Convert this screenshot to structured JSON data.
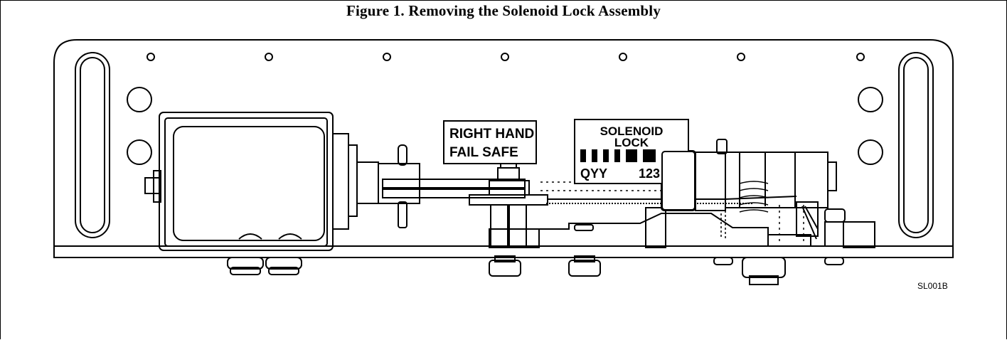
{
  "figure": {
    "title": "Figure 1.  Removing the Solenoid Lock Assembly",
    "code": "SL001B"
  },
  "labels": {
    "right_hand_line1": "RIGHT HAND",
    "right_hand_line2": "FAIL SAFE",
    "solenoid_line1": "SOLENOID",
    "solenoid_line2": "LOCK",
    "solenoid_line3": "QYY",
    "solenoid_line4": "123"
  }
}
